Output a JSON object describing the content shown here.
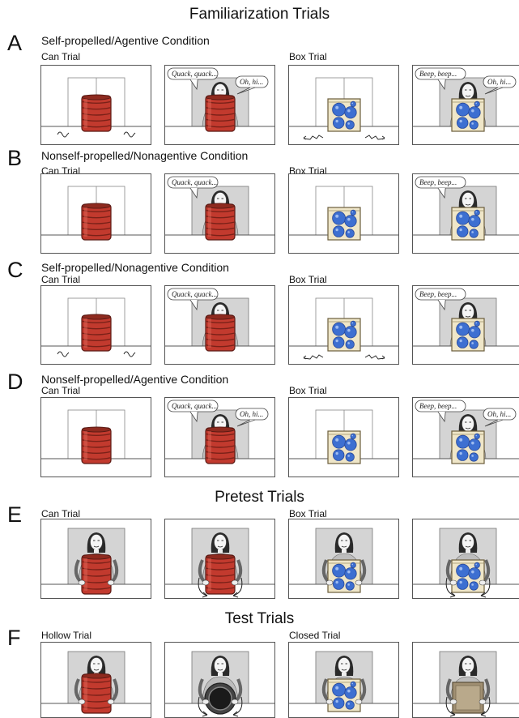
{
  "figure": {
    "titles": {
      "familiarization": "Familiarization Trials",
      "pretest": "Pretest Trials",
      "test": "Test Trials"
    },
    "rows": [
      {
        "letter": "A",
        "condition": "Self-propelled/Agentive Condition",
        "left_label": "Can Trial",
        "right_label": "Box Trial",
        "panels": [
          {
            "type": "fam",
            "object": "can",
            "person": false,
            "motion": true,
            "speech": []
          },
          {
            "type": "fam",
            "object": "can",
            "person": true,
            "motion": false,
            "speech": [
              "Quack, quack...",
              "Oh, hi..."
            ]
          },
          {
            "type": "fam",
            "object": "box",
            "person": false,
            "motion": true,
            "speech": []
          },
          {
            "type": "fam",
            "object": "box",
            "person": true,
            "motion": false,
            "speech": [
              "Beep, beep...",
              "Oh, hi..."
            ]
          }
        ]
      },
      {
        "letter": "B",
        "condition": "Nonself-propelled/Nonagentive Condition",
        "left_label": "Can Trial",
        "right_label": "Box Trial",
        "panels": [
          {
            "type": "fam",
            "object": "can",
            "person": false,
            "motion": false,
            "speech": []
          },
          {
            "type": "fam",
            "object": "can",
            "person": true,
            "motion": false,
            "speech": [
              "Quack, quack..."
            ]
          },
          {
            "type": "fam",
            "object": "box",
            "person": false,
            "motion": false,
            "speech": []
          },
          {
            "type": "fam",
            "object": "box",
            "person": true,
            "motion": false,
            "speech": [
              "Beep, beep..."
            ]
          }
        ]
      },
      {
        "letter": "C",
        "condition": "Self-propelled/Nonagentive Condition",
        "left_label": "Can Trial",
        "right_label": "Box Trial",
        "panels": [
          {
            "type": "fam",
            "object": "can",
            "person": false,
            "motion": true,
            "speech": []
          },
          {
            "type": "fam",
            "object": "can",
            "person": true,
            "motion": false,
            "speech": [
              "Quack, quack..."
            ]
          },
          {
            "type": "fam",
            "object": "box",
            "person": false,
            "motion": true,
            "speech": []
          },
          {
            "type": "fam",
            "object": "box",
            "person": true,
            "motion": false,
            "speech": [
              "Beep, beep..."
            ]
          }
        ]
      },
      {
        "letter": "D",
        "condition": "Nonself-propelled/Agentive Condition",
        "left_label": "Can Trial",
        "right_label": "Box Trial",
        "panels": [
          {
            "type": "fam",
            "object": "can",
            "person": false,
            "motion": false,
            "speech": []
          },
          {
            "type": "fam",
            "object": "can",
            "person": true,
            "motion": false,
            "speech": [
              "Quack, quack...",
              "Oh, hi..."
            ]
          },
          {
            "type": "fam",
            "object": "box",
            "person": false,
            "motion": false,
            "speech": []
          },
          {
            "type": "fam",
            "object": "box",
            "person": true,
            "motion": false,
            "speech": [
              "Beep, beep...",
              "Oh, hi..."
            ]
          }
        ]
      },
      {
        "letter": "E",
        "condition": "",
        "left_label": "Can Trial",
        "right_label": "Box Trial",
        "panels": [
          {
            "type": "hold",
            "object": "can",
            "rotate": false
          },
          {
            "type": "hold",
            "object": "can",
            "rotate": true
          },
          {
            "type": "hold",
            "object": "box",
            "rotate": false
          },
          {
            "type": "hold",
            "object": "box",
            "rotate": true
          }
        ]
      },
      {
        "letter": "F",
        "condition": "",
        "left_label": "Hollow Trial",
        "right_label": "Closed Trial",
        "panels": [
          {
            "type": "hold",
            "object": "can",
            "rotate": false
          },
          {
            "type": "hold",
            "object": "hollow-top",
            "rotate": true
          },
          {
            "type": "hold",
            "object": "box",
            "rotate": false
          },
          {
            "type": "hold",
            "object": "closed-top",
            "rotate": true
          }
        ]
      }
    ]
  },
  "colors": {
    "can_red": "#c23a2e",
    "can_dark": "#5a1a14",
    "box_cream": "#efe6c8",
    "box_blue": "#3d6fd1",
    "person_gray": "#c9c9c9",
    "hair": "#2a2a2a"
  }
}
